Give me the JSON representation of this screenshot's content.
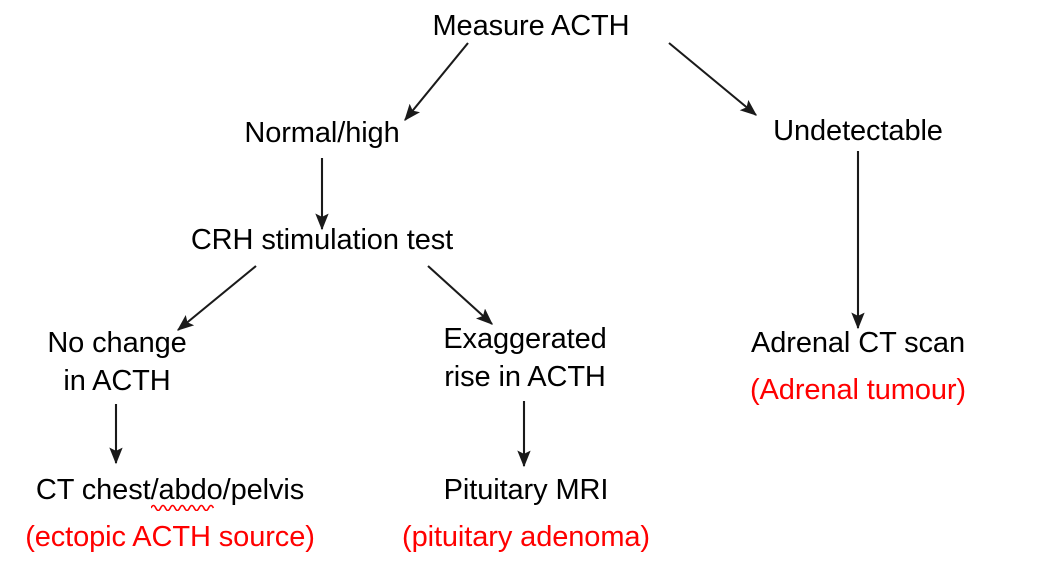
{
  "diagram": {
    "title": "Measure ACTH",
    "type": "clinical-decision-flowchart",
    "text_color": "#000000",
    "caption_color": "#ff0000",
    "background": "#ffffff",
    "nodes": [
      {
        "id": "measure-acth",
        "lines": [
          "Measure ACTH"
        ],
        "caption": "",
        "level": 0
      },
      {
        "id": "normal-high",
        "lines": [
          "Normal/high"
        ],
        "caption": "",
        "level": 1
      },
      {
        "id": "undetectable",
        "lines": [
          "Undetectable"
        ],
        "caption": "",
        "level": 1
      },
      {
        "id": "crh-stimulation-test",
        "lines": [
          "CRH stimulation test"
        ],
        "caption": "",
        "level": 2
      },
      {
        "id": "no-change-in-acth",
        "lines": [
          "No change",
          "in ACTH"
        ],
        "caption": "",
        "level": 3
      },
      {
        "id": "exaggerated-rise-in-acth",
        "lines": [
          "Exaggerated",
          "rise in ACTH"
        ],
        "caption": "",
        "level": 3
      },
      {
        "id": "adrenal-ct-scan",
        "lines": [
          "Adrenal CT scan"
        ],
        "caption": "(Adrenal tumour)",
        "level": 3
      },
      {
        "id": "ct-chest-abdo-pelvis",
        "lines": [
          "CT chest/abdo/pelvis"
        ],
        "caption": "(ectopic ACTH source)",
        "level": 4
      },
      {
        "id": "pituitary-mri",
        "lines": [
          "Pituitary MRI"
        ],
        "caption": "(pituitary adenoma)",
        "level": 4
      }
    ],
    "edges": [
      {
        "id": "measure-to-normal-high",
        "from": "measure-acth",
        "to": "normal-high",
        "direction": "down-left"
      },
      {
        "id": "measure-to-undetectable",
        "from": "measure-acth",
        "to": "undetectable",
        "direction": "down-right"
      },
      {
        "id": "normal-high-to-crh",
        "from": "normal-high",
        "to": "crh-stimulation-test",
        "direction": "down"
      },
      {
        "id": "crh-to-no-change",
        "from": "crh-stimulation-test",
        "to": "no-change-in-acth",
        "direction": "down-left"
      },
      {
        "id": "crh-to-exaggerated",
        "from": "crh-stimulation-test",
        "to": "exaggerated-rise-in-acth",
        "direction": "down-right"
      },
      {
        "id": "no-change-to-ct-chest",
        "from": "no-change-in-acth",
        "to": "ct-chest-abdo-pelvis",
        "direction": "down"
      },
      {
        "id": "exaggerated-to-pituitary-mri",
        "from": "exaggerated-rise-in-acth",
        "to": "pituitary-mri",
        "direction": "down"
      },
      {
        "id": "undetectable-to-adrenal-ct",
        "from": "undetectable",
        "to": "adrenal-ct-scan",
        "direction": "down"
      }
    ],
    "spellcheck_marks": [
      {
        "id": "abdo-misspelling",
        "word": "abdo",
        "node": "ct-chest-abdo-pelvis",
        "color": "#ff0000"
      }
    ]
  }
}
